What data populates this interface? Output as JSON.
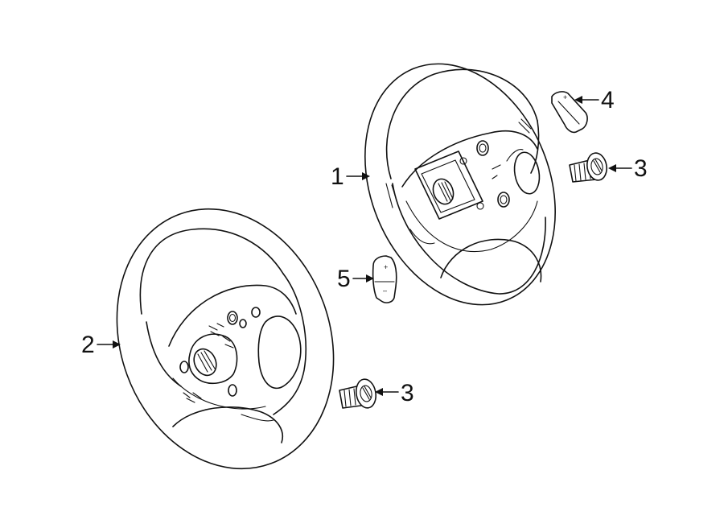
{
  "callouts": {
    "c1": {
      "number": "1"
    },
    "c2": {
      "number": "2"
    },
    "c3a": {
      "number": "3"
    },
    "c3b": {
      "number": "3"
    },
    "c4": {
      "number": "4"
    },
    "c5": {
      "number": "5"
    }
  },
  "button_marks": {
    "plus": "+",
    "minus": "–"
  }
}
